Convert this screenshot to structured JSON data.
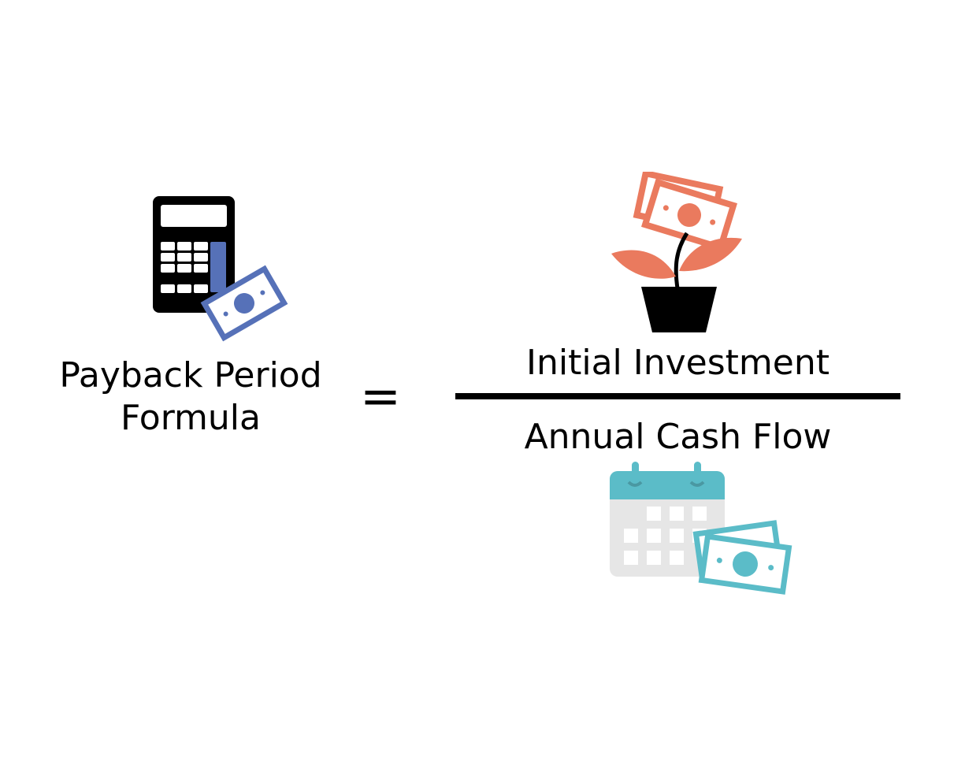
{
  "formula": {
    "lhs_line1": "Payback Period",
    "lhs_line2": "Formula",
    "equals_sign": "=",
    "numerator": "Initial Investment",
    "denominator": "Annual Cash Flow"
  },
  "icons": {
    "calculator": "calculator-with-banknote-icon",
    "plant": "money-plant-icon",
    "calendar": "calendar-with-banknote-icon"
  },
  "colors": {
    "calculator_accent": "#5671b8",
    "plant_accent": "#ea7a5e",
    "calendar_accent": "#5bbcc8",
    "calendar_body": "#e6e6e6",
    "ink": "#000000"
  }
}
